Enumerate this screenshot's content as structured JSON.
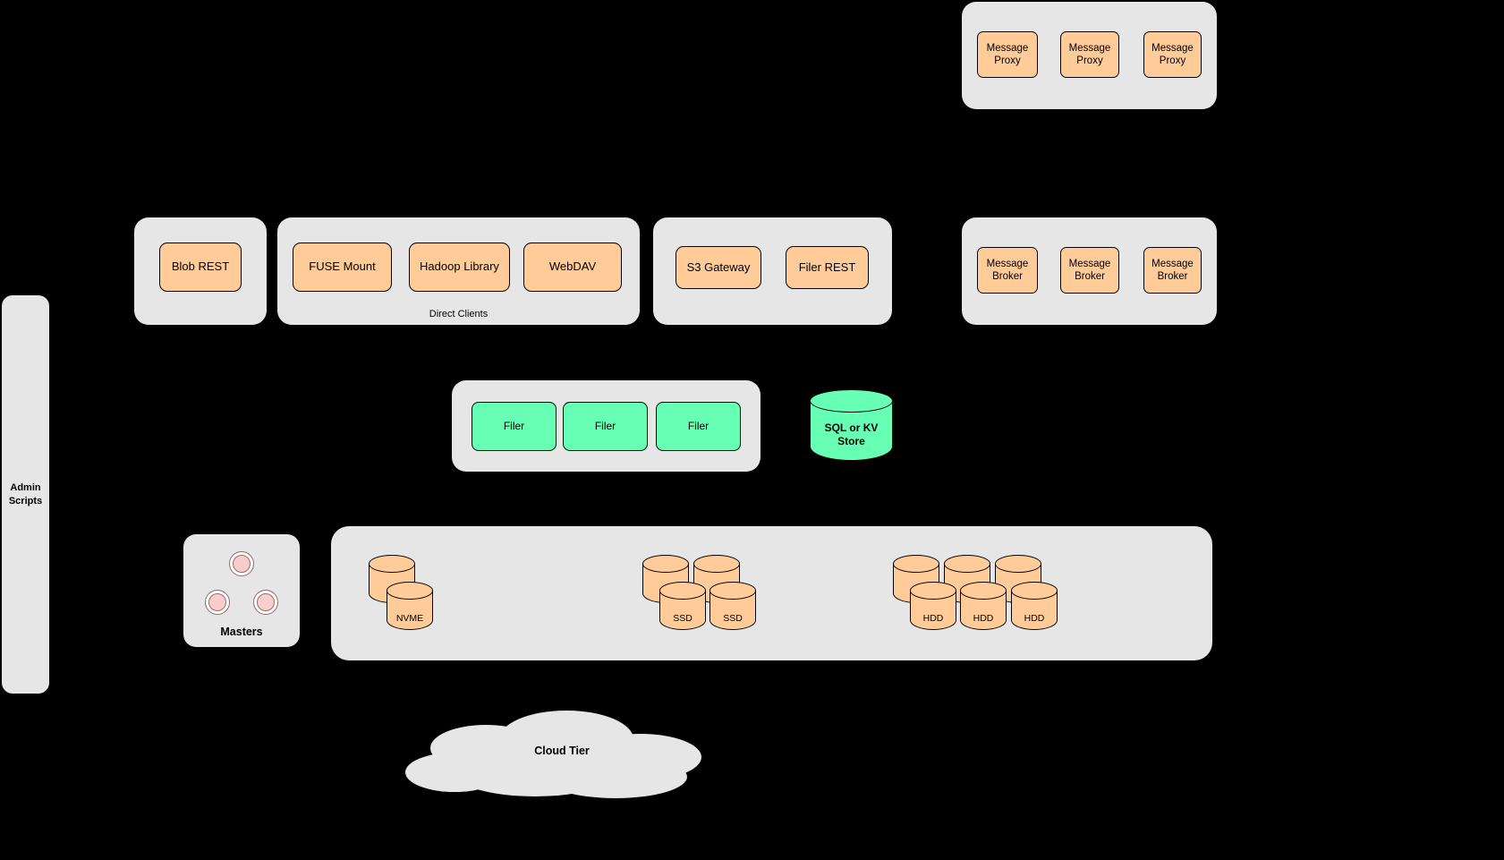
{
  "admin_bar": {
    "label": "Admin Scripts"
  },
  "message_proxy_group": {
    "items": [
      "Message Proxy",
      "Message Proxy",
      "Message Proxy"
    ]
  },
  "blob_group": {
    "items": [
      "Blob REST"
    ]
  },
  "direct_clients_group": {
    "label": "Direct Clients",
    "items": [
      "FUSE Mount",
      "Hadoop Library",
      "WebDAV"
    ]
  },
  "gateway_group": {
    "items": [
      "S3 Gateway",
      "Filer REST"
    ]
  },
  "message_broker_group": {
    "items": [
      "Message Broker",
      "Message Broker",
      "Message Broker"
    ]
  },
  "filer_group": {
    "items": [
      "Filer",
      "Filer",
      "Filer"
    ]
  },
  "sql_store": {
    "label": "SQL or KV Store"
  },
  "masters_group": {
    "label": "Masters"
  },
  "volume_group": {
    "nvme": {
      "label": "NVME"
    },
    "ssd": {
      "labels": [
        "SSD",
        "SSD"
      ]
    },
    "hdd": {
      "labels": [
        "HDD",
        "HDD",
        "HDD"
      ]
    }
  },
  "cloud": {
    "label": "Cloud Tier"
  },
  "colors": {
    "background": "#000000",
    "container_gray": "#e6e6e6",
    "node_orange": "#ffcc99",
    "node_green": "#66ffb3",
    "master_pink": "#f8cecc"
  }
}
